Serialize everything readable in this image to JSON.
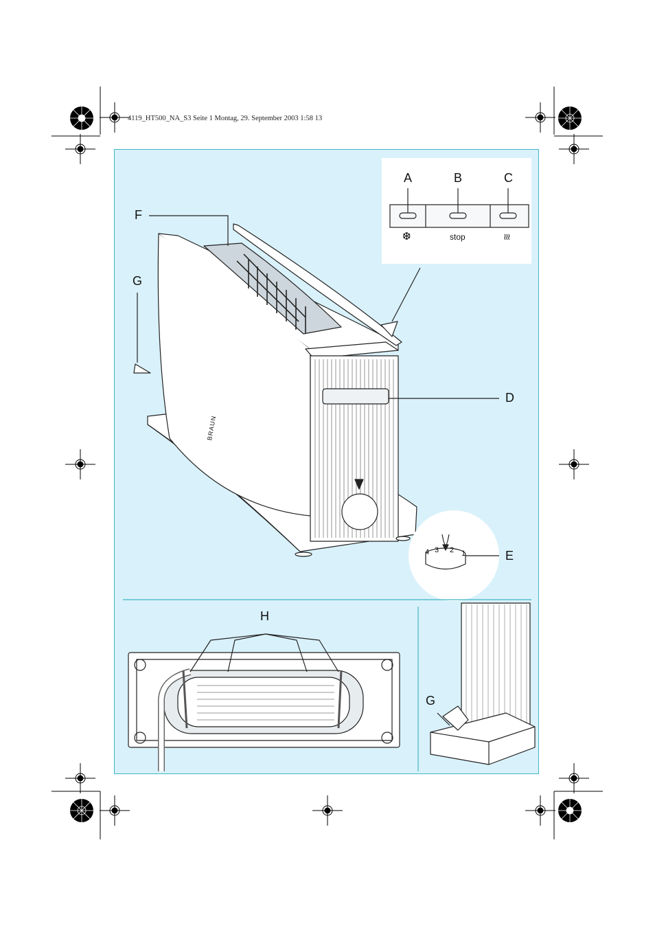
{
  "header": {
    "print_line": "4119_HT500_NA_S3  Seite 1  Montag, 29. September 2003  1:58 13"
  },
  "figure": {
    "labels": {
      "F": "F",
      "G_main": "G",
      "D": "D",
      "E": "E",
      "H": "H",
      "G_detail": "G"
    },
    "buttons_inset": {
      "A": "A",
      "B": "B",
      "C": "C",
      "defrost_symbol": "❆",
      "stop_label": "stop",
      "reheat_symbol": "≀≀≀"
    },
    "browning_dial": {
      "marks": [
        "4",
        "3",
        "2",
        "1"
      ]
    },
    "brand": "BRAUN"
  },
  "colors": {
    "panel_bg": "#d9f1fa",
    "panel_border": "#3fb6c8",
    "line": "#222222"
  }
}
